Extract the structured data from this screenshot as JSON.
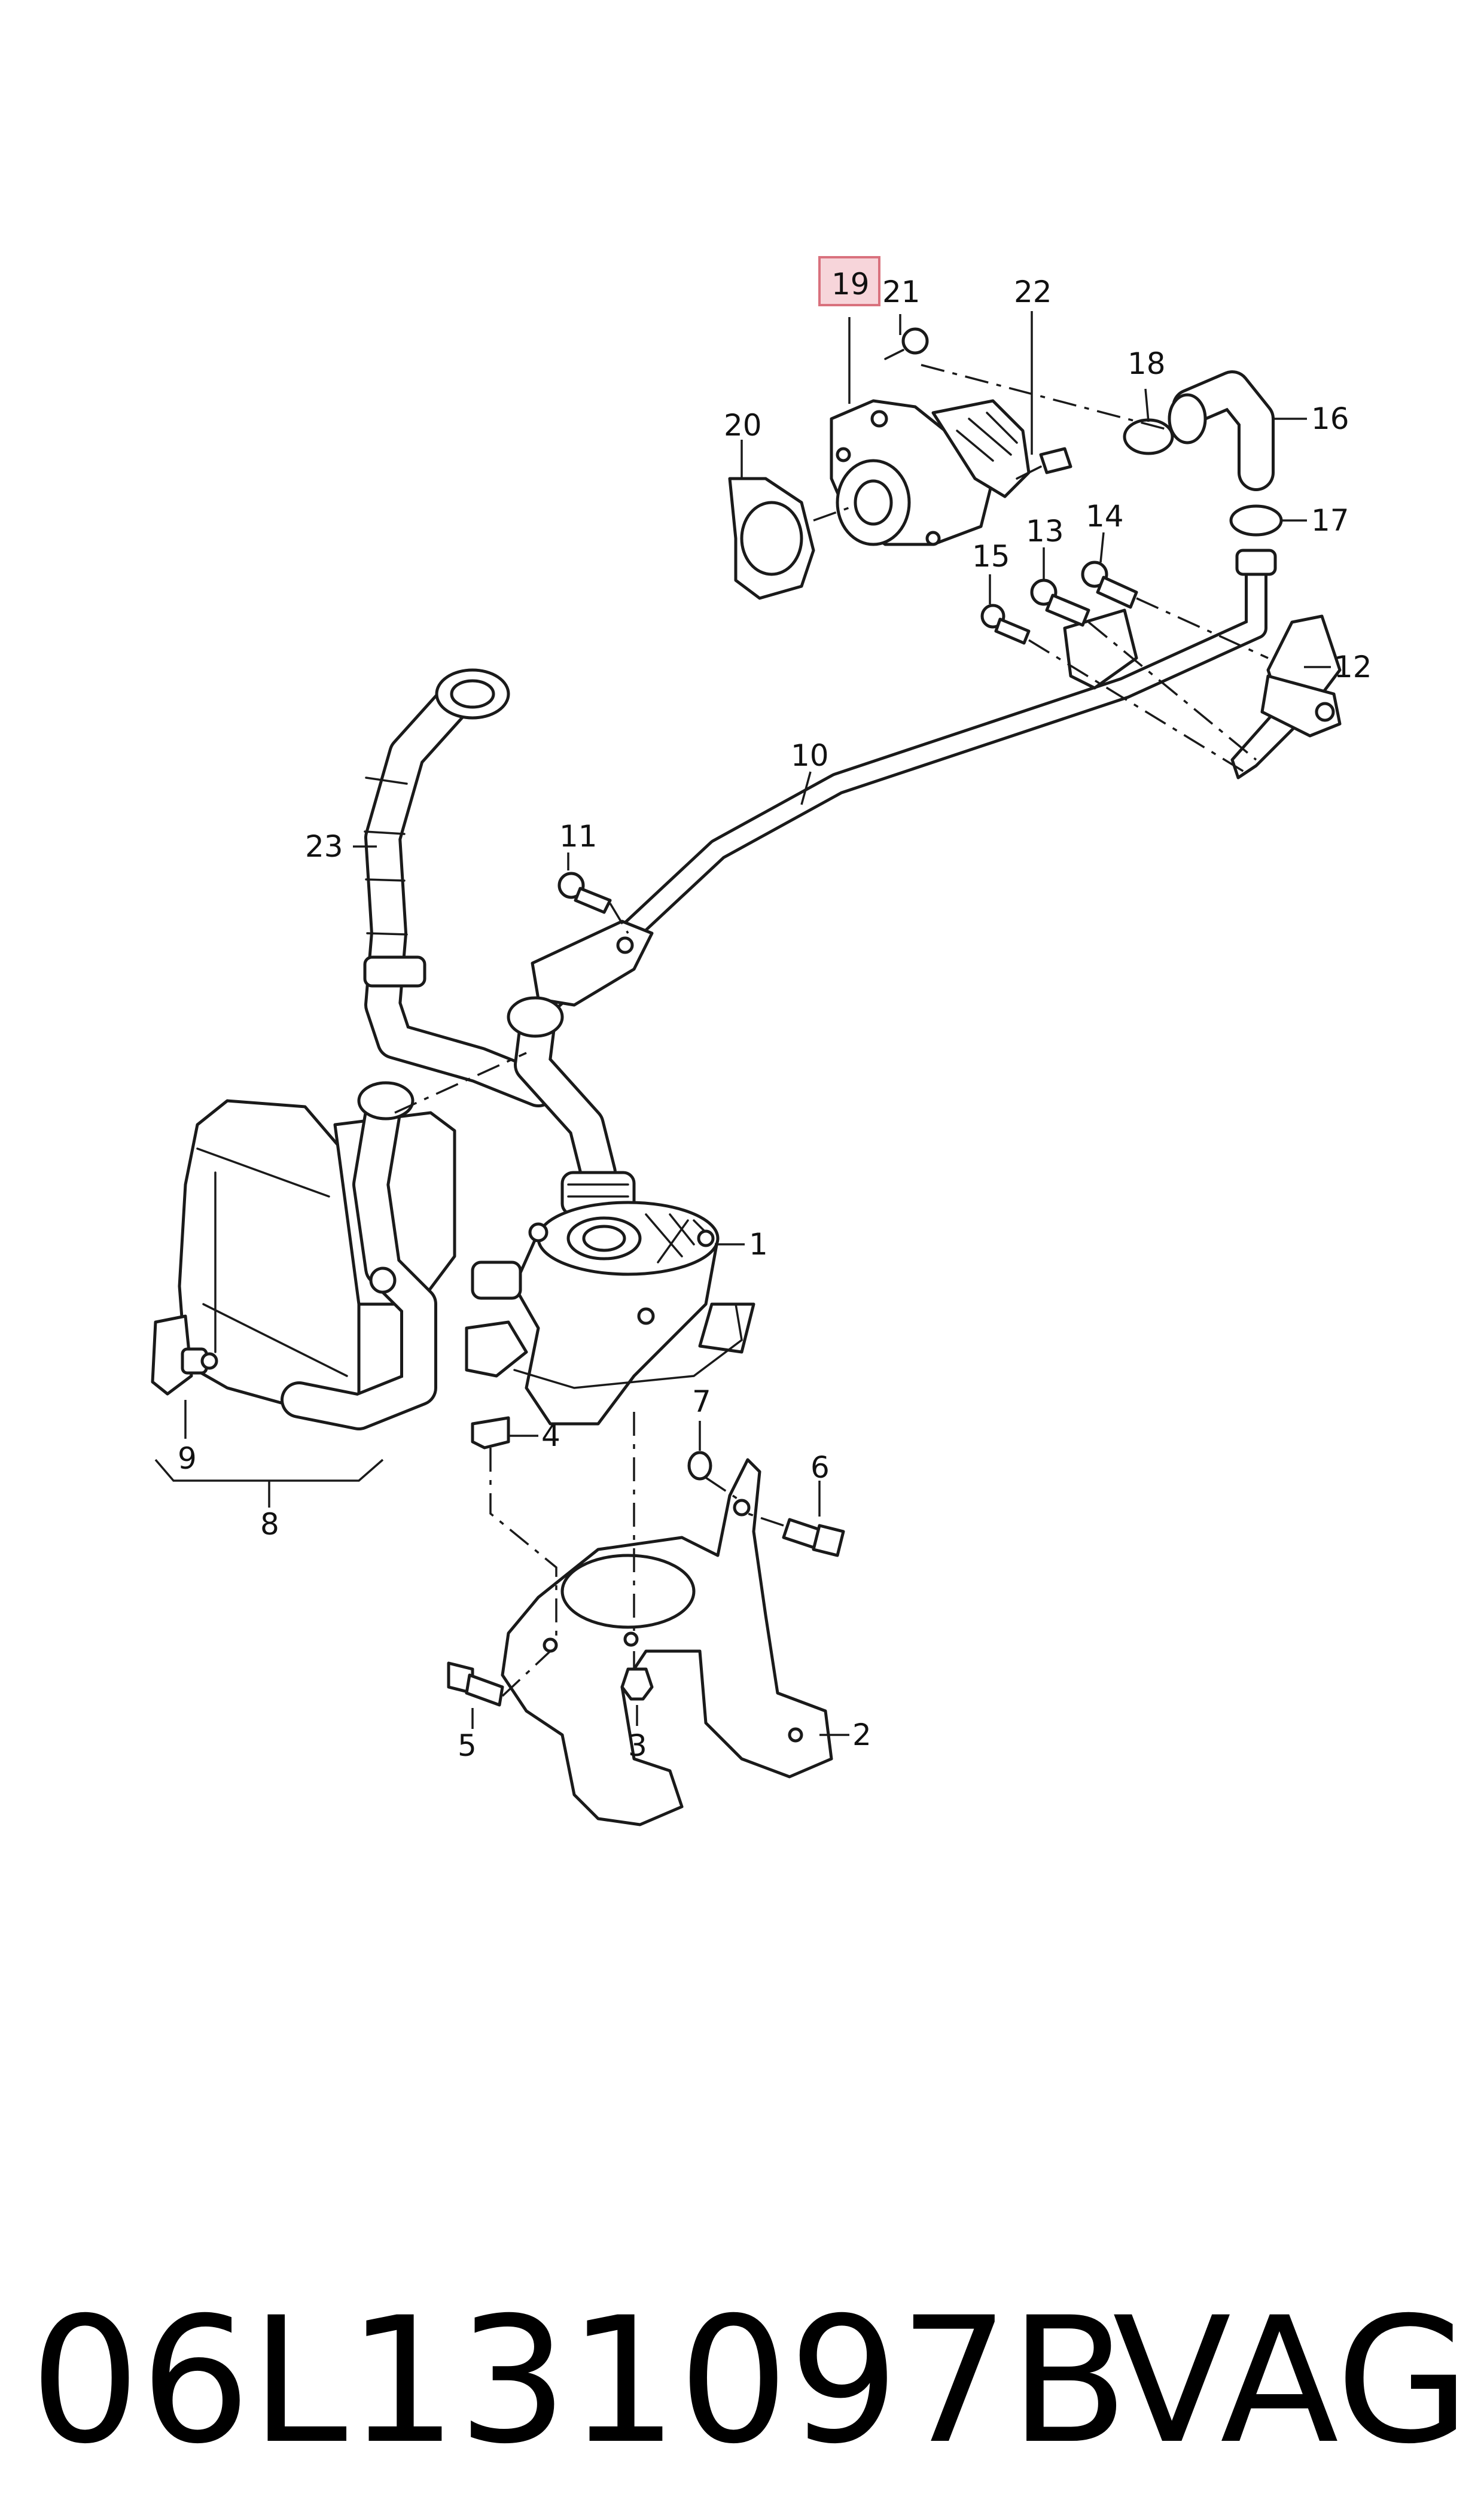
{
  "highlight_color": "#f7d5da",
  "highlight_border": "#d9717d",
  "callouts": {
    "c1": "1",
    "c2": "2",
    "c3": "3",
    "c4": "4",
    "c5": "5",
    "c6": "6",
    "c7": "7",
    "c8": "8",
    "c9": "9",
    "c10": "10",
    "c11": "11",
    "c12": "12",
    "c13": "13",
    "c14": "14",
    "c15": "15",
    "c16": "16",
    "c17": "17",
    "c18": "18",
    "c19": "19",
    "c20": "20",
    "c21": "21",
    "c22": "22",
    "c23": "23"
  },
  "footer": {
    "part_number": "06L131097B",
    "brand": "VAG"
  }
}
